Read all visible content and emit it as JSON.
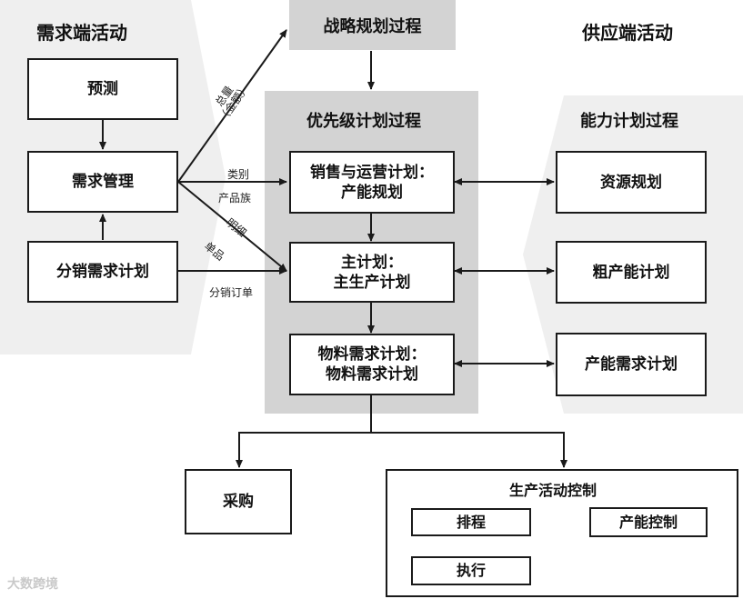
{
  "headings": {
    "demand_side": "需求端活动",
    "supply_side": "供应端活动",
    "strategic_planning": "战略规划过程",
    "priority_planning": "优先级计划过程",
    "capacity_planning": "能力计划过程"
  },
  "demand_boxes": {
    "forecast": "预测",
    "demand_management": "需求管理",
    "distribution_planning": "分销需求计划"
  },
  "priority_boxes": {
    "sop_line1": "销售与运营计划：",
    "sop_line2": "产能规划",
    "mps_line1": "主计划：",
    "mps_line2": "主生产计划",
    "mrp_line1": "物料需求计划：",
    "mrp_line2": "物料需求计划"
  },
  "capacity_boxes": {
    "resource_planning": "资源规划",
    "rough_cut": "粗产能计划",
    "crp": "产能需求计划"
  },
  "edge_labels": {
    "total_line1": "总量",
    "total_line2": "（金额）",
    "category": "类别",
    "product_family": "产品族",
    "detail": "明细",
    "item": "单品",
    "distribution_orders": "分销订单"
  },
  "execution": {
    "purchasing": "采购",
    "production_control_title": "生产活动控制",
    "scheduling": "排程",
    "capacity_control": "产能控制",
    "execute": "执行"
  },
  "watermark": "大数跨境",
  "colors": {
    "grey_band": "#efefef",
    "grey_panel": "#d3d3d3",
    "line": "#1a1a1a"
  }
}
